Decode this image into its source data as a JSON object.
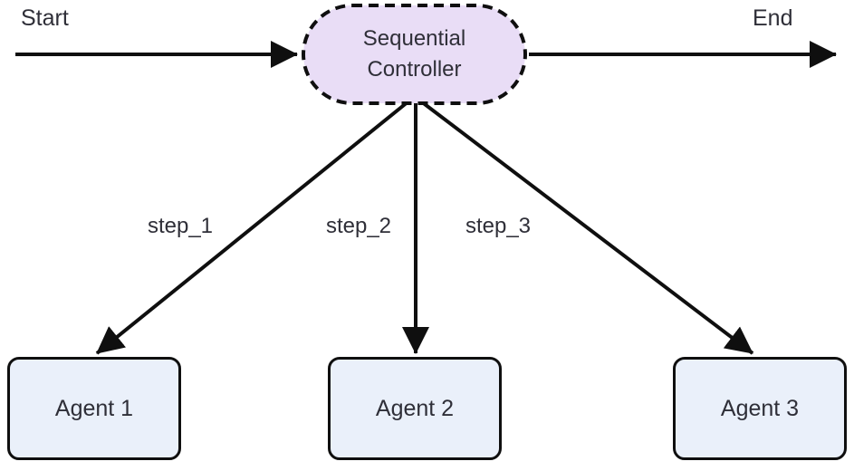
{
  "diagram": {
    "type": "flowchart",
    "start_label": "Start",
    "end_label": "End",
    "controller": {
      "label": "Sequential Controller",
      "shape": "stadium-dashed"
    },
    "edges": [
      {
        "label": "step_1",
        "from": "Sequential Controller",
        "to": "Agent 1"
      },
      {
        "label": "step_2",
        "from": "Sequential Controller",
        "to": "Agent 2"
      },
      {
        "label": "step_3",
        "from": "Sequential Controller",
        "to": "Agent 3"
      }
    ],
    "agents": [
      {
        "label": "Agent 1"
      },
      {
        "label": "Agent 2"
      },
      {
        "label": "Agent 3"
      }
    ],
    "colors": {
      "controller_fill": "#e9ddf6",
      "agent_fill": "#eaf0fa",
      "stroke": "#0f0f0f",
      "text": "#2f2f38",
      "background": "#ffffff"
    }
  }
}
